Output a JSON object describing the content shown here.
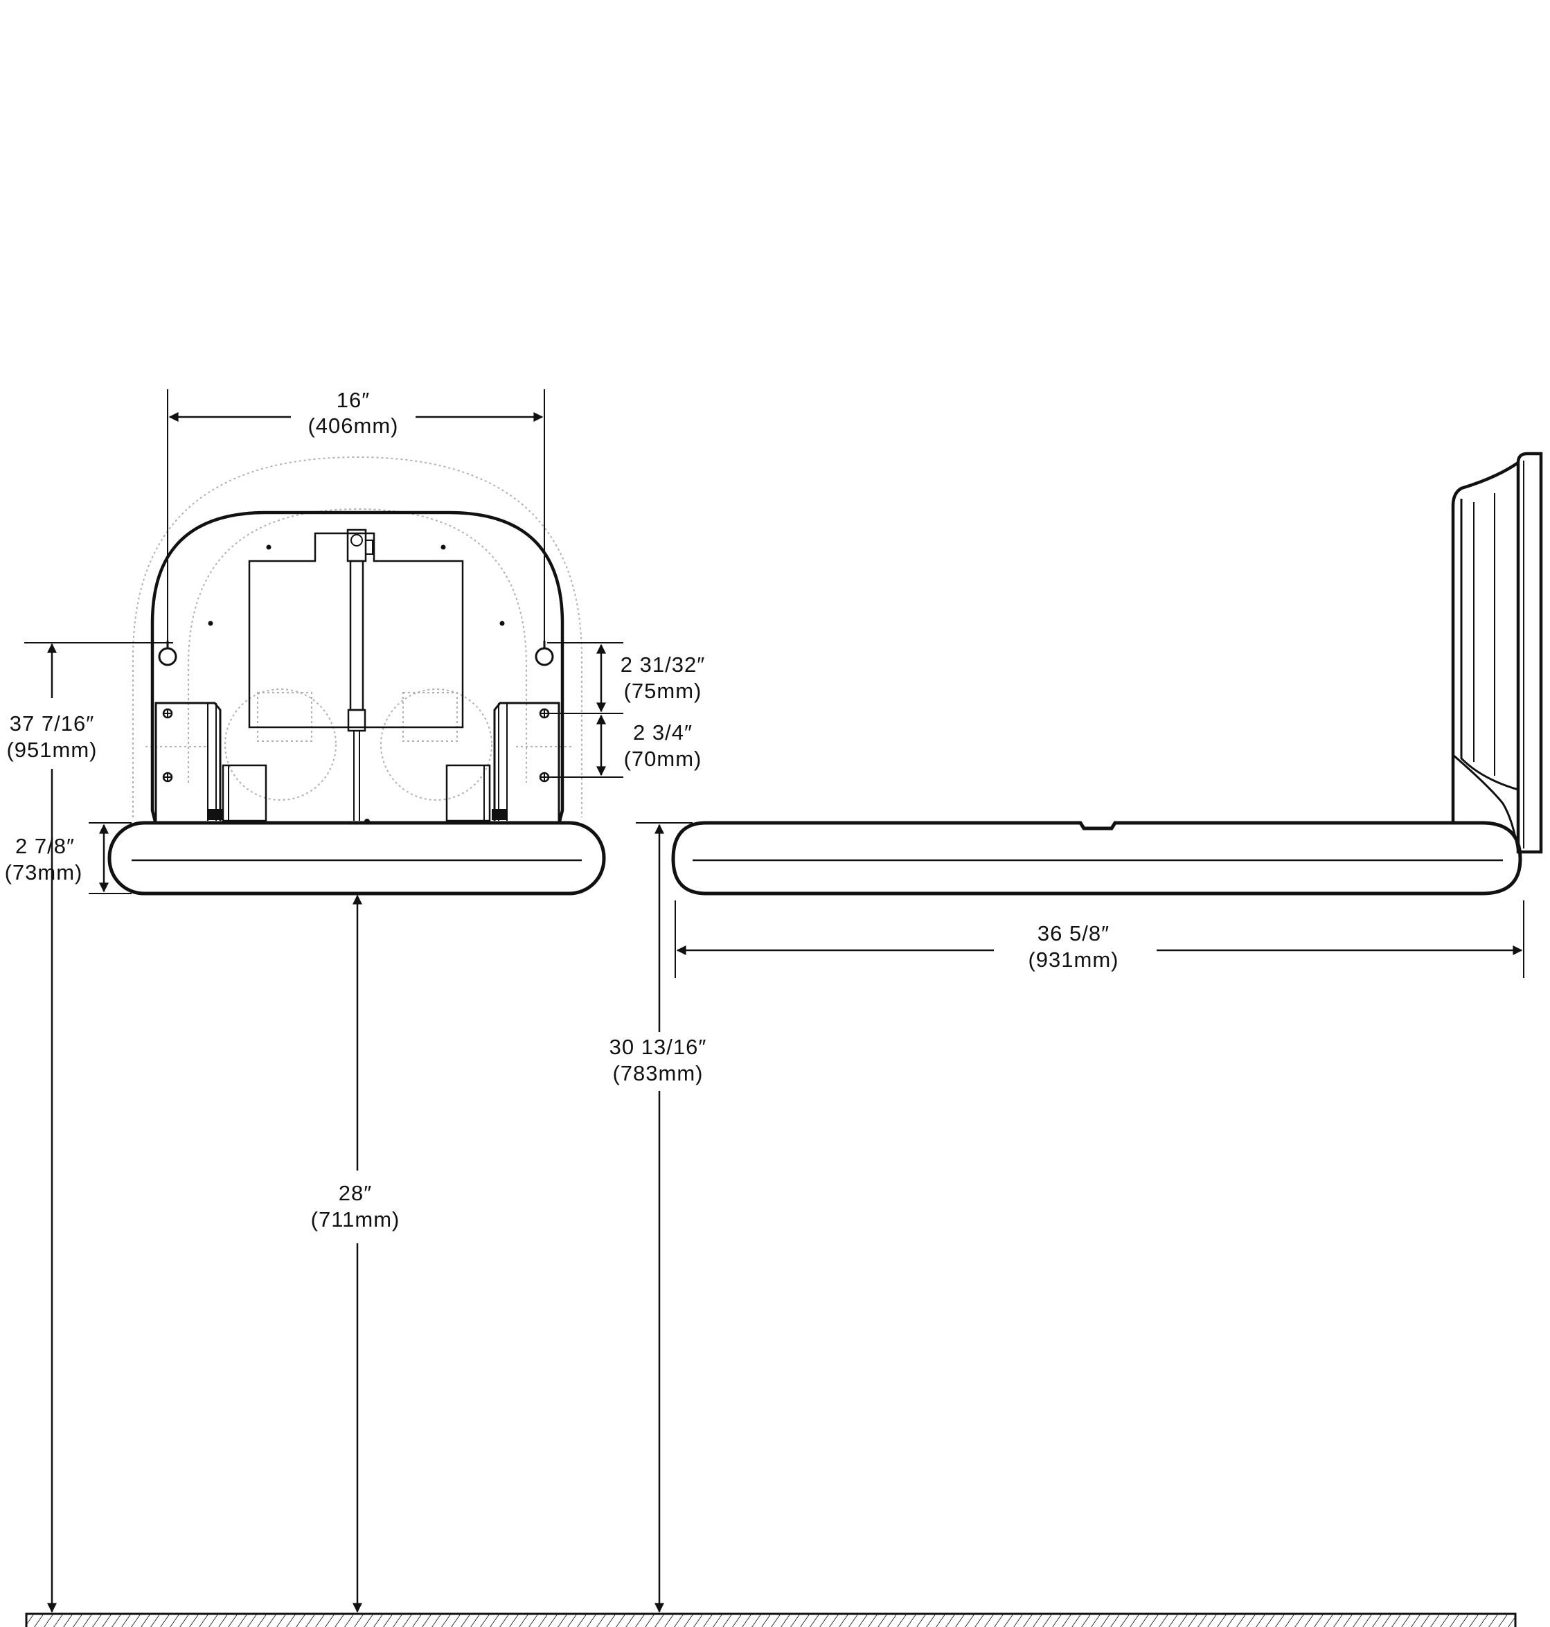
{
  "dimensions": {
    "hole_spacing": {
      "imperial": "16″",
      "metric": "(406mm)"
    },
    "hole_height": {
      "imperial": "37 7/16″",
      "metric": "(951mm)"
    },
    "bracket_offset_upper": {
      "imperial": "2 31/32″",
      "metric": "(75mm)"
    },
    "bracket_offset_lower": {
      "imperial": "2 3/4″",
      "metric": "(70mm)"
    },
    "bed_thickness": {
      "imperial": "2 7/8″",
      "metric": "(73mm)"
    },
    "bed_underside_height": {
      "imperial": "28″",
      "metric": "(711mm)"
    },
    "bed_top_height": {
      "imperial": "30 13/16″",
      "metric": "(783mm)"
    },
    "bed_projection": {
      "imperial": "36 5/8″",
      "metric": "(931mm)"
    }
  },
  "colors": {
    "line": "#111111",
    "ghost": "#b0b0b0",
    "floor_hatch": "#111111"
  }
}
